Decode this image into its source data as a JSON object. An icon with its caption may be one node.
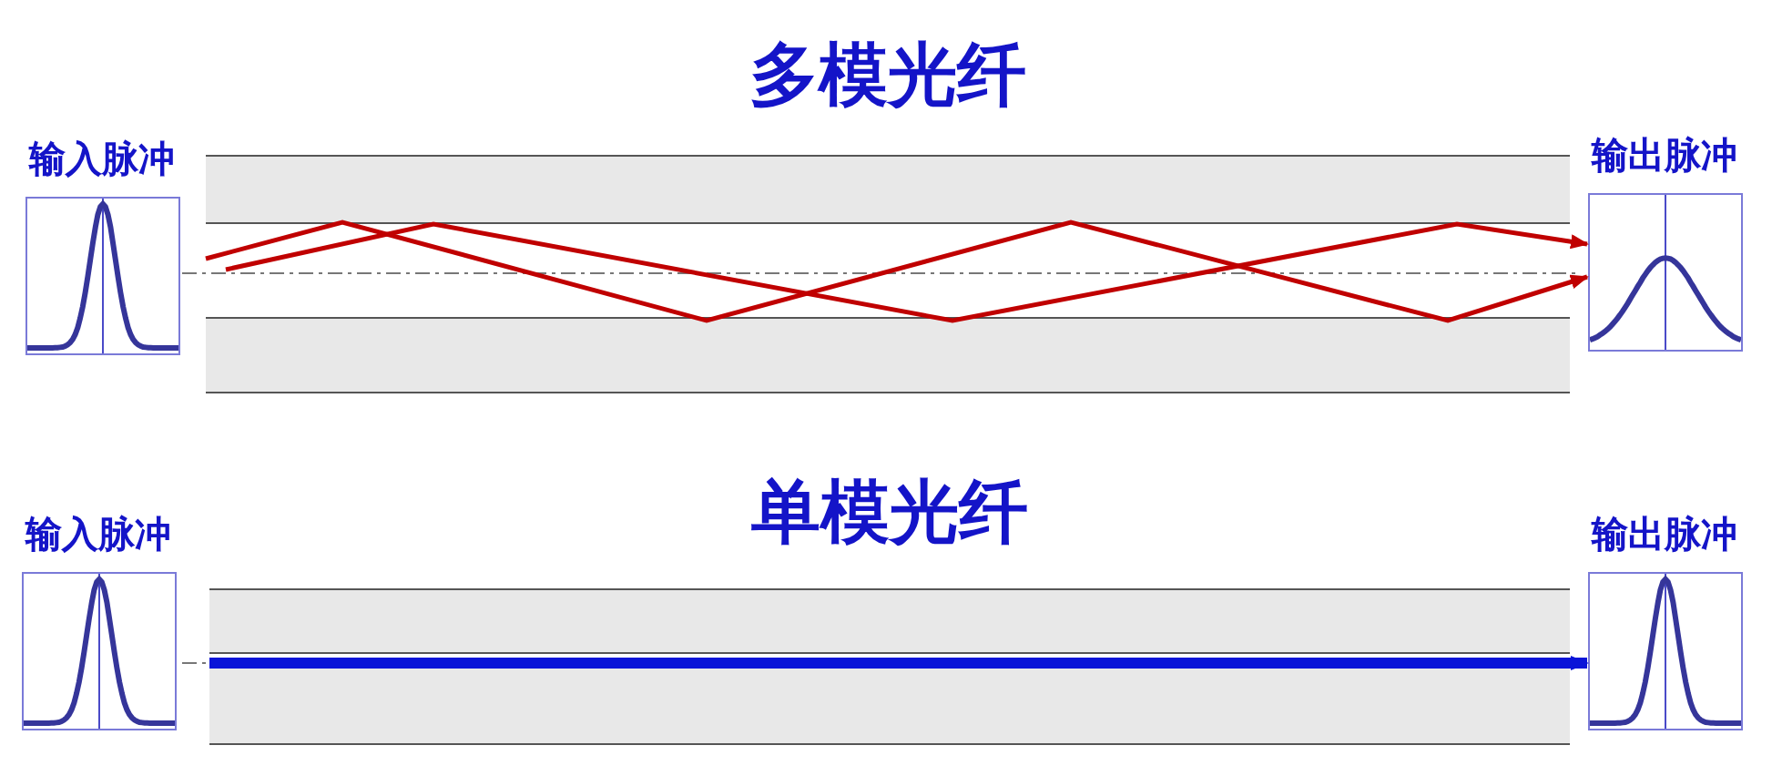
{
  "diagram": {
    "nodes": [
      {
        "text": [
          "输入脉冲"
        ]
      },
      {
        "text": [
          "多模光纤"
        ]
      },
      {
        "text": [
          "输出脉冲"
        ]
      },
      {
        "text": [
          "输入脉冲"
        ]
      },
      {
        "text": [
          "单模光纤"
        ]
      },
      {
        "text": [
          "输出脉冲"
        ]
      }
    ],
    "edges": [
      {
        "from": 1,
        "to": 2,
        "arrow": "to"
      },
      {
        "from": 1,
        "to": 2,
        "arrow": "to"
      },
      {
        "from": 4,
        "to": 5,
        "arrow": "to",
        "style": "thick",
        "color": "#0a14d8"
      }
    ]
  }
}
